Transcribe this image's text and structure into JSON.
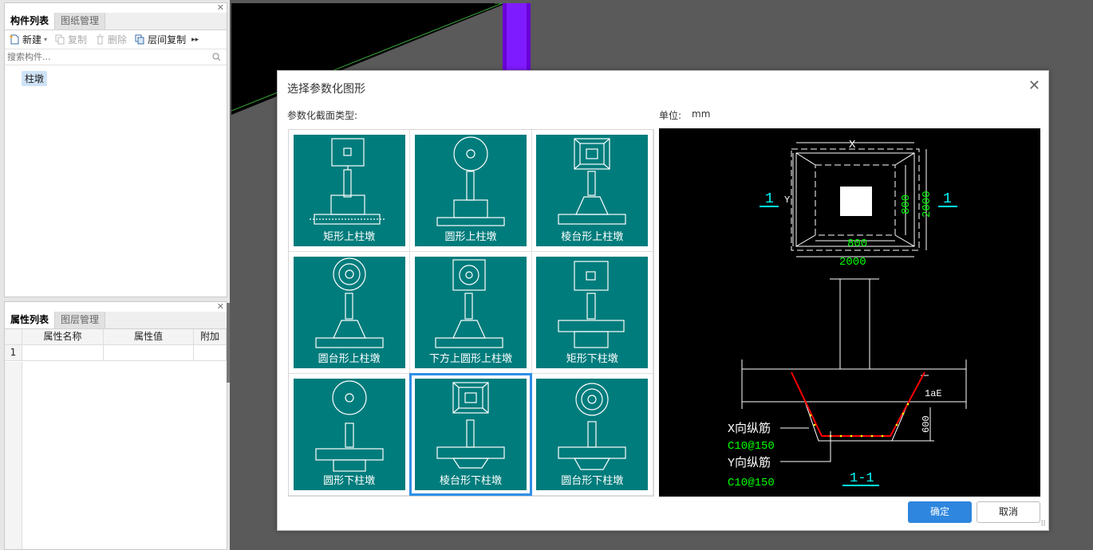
{
  "left_panel": {
    "tabs": [
      "构件列表",
      "图纸管理"
    ],
    "toolbar": {
      "new": "新建",
      "copy": "复制",
      "delete": "删除",
      "floor_copy": "层间复制"
    },
    "search_placeholder": "搜索构件...",
    "tree_items": [
      "柱墩"
    ]
  },
  "prop_panel": {
    "tabs": [
      "属性列表",
      "图层管理"
    ],
    "columns": [
      "属性名称",
      "属性值",
      "附加"
    ],
    "rows": [
      "1"
    ]
  },
  "dialog": {
    "title": "选择参数化图形",
    "section_type_label": "参数化截面类型:",
    "unit_label": "单位:",
    "unit_value": "mm",
    "shapes": [
      {
        "label": "矩形上柱墩",
        "icon": "rect-top-pier-icon"
      },
      {
        "label": "圆形上柱墩",
        "icon": "circle-top-pier-icon"
      },
      {
        "label": "棱台形上柱墩",
        "icon": "frustum-top-pier-icon"
      },
      {
        "label": "圆台形上柱墩",
        "icon": "cone-frustum-top-pier-icon"
      },
      {
        "label": "下方上圆形上柱墩",
        "icon": "square-bottom-round-top-pier-icon"
      },
      {
        "label": "矩形下柱墩",
        "icon": "rect-bottom-pier-icon"
      },
      {
        "label": "圆形下柱墩",
        "icon": "circle-bottom-pier-icon"
      },
      {
        "label": "棱台形下柱墩",
        "icon": "frustum-bottom-pier-icon"
      },
      {
        "label": "圆台形下柱墩",
        "icon": "cone-frustum-bottom-pier-icon"
      }
    ],
    "selected_shape": "棱台形下柱墩",
    "preview": {
      "x": "X",
      "y": "Y",
      "dim_800a": "800",
      "dim_2000a": "2000",
      "dim_800b": "800",
      "dim_2000b": "2000",
      "section_mark": "1",
      "section_name": "1-1",
      "lae": "1aE",
      "depth": "600",
      "x_rebar": "X向纵筋",
      "x_rebar_spec": "C10@150",
      "y_rebar": "Y向纵筋",
      "y_rebar_spec": "C10@150"
    },
    "ok": "确定",
    "cancel": "取消"
  },
  "colors": {
    "tile": "#007c7c",
    "accent": "#2e86de",
    "cad_green": "#00ff00",
    "cad_cyan": "#00ffff",
    "cad_red": "#ff0000",
    "column": "#6a00d8"
  }
}
